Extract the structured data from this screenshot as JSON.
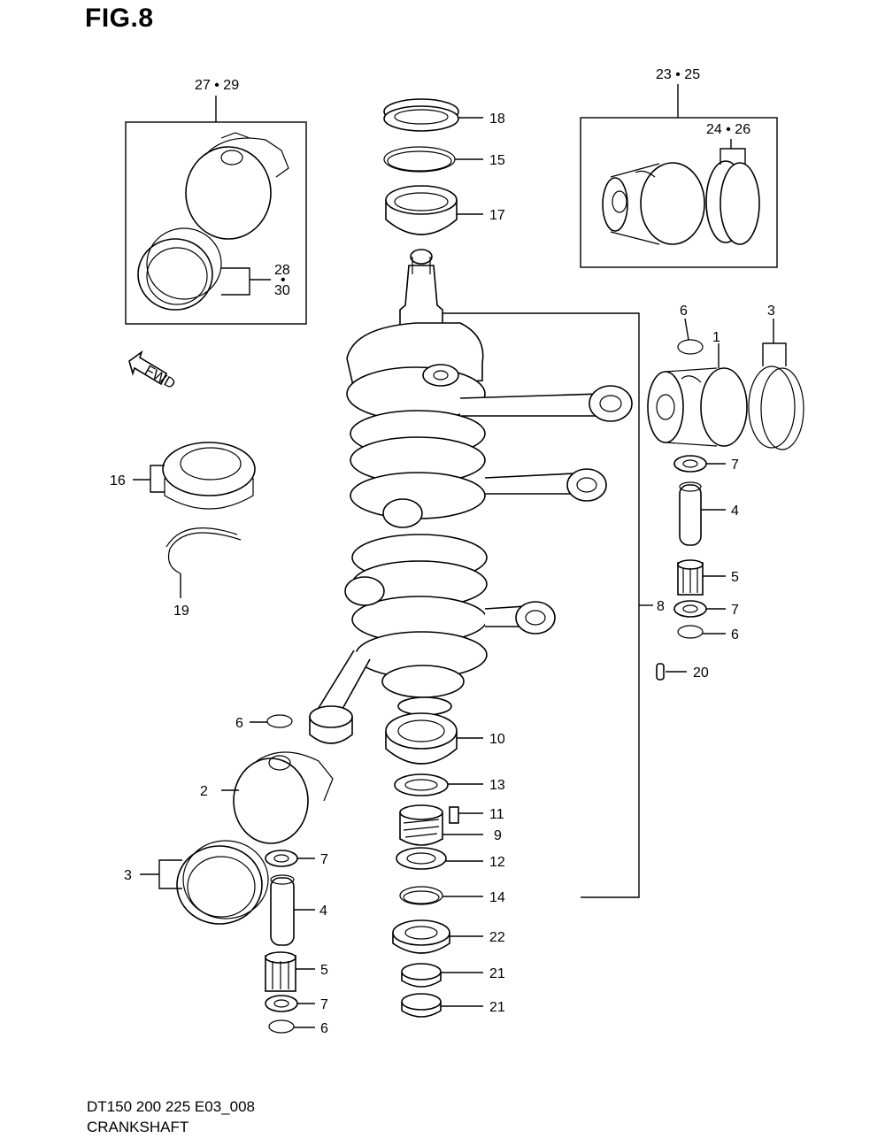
{
  "figure": {
    "title": "FIG.8"
  },
  "footer": {
    "code": "DT150 200 225 E03_008",
    "name": "CRANKSHAFT"
  },
  "fwd_label": "FWD",
  "callouts": {
    "c27_29": "27 • 29",
    "c23_25": "23 • 25",
    "c24_26": "24 • 26",
    "c28": "28",
    "c28_dot": "•",
    "c30": "30",
    "c18": "18",
    "c15": "15",
    "c17": "17",
    "c6a": "6",
    "c3a": "3",
    "c1": "1",
    "c7a": "7",
    "c4a": "4",
    "c5a": "5",
    "c8": "8",
    "c7b": "7",
    "c6b": "6",
    "c20": "20",
    "c16": "16",
    "c19": "19",
    "c6c": "6",
    "c10": "10",
    "c2": "2",
    "c13": "13",
    "c11": "11",
    "c9": "9",
    "c3b": "3",
    "c7c": "7",
    "c12": "12",
    "c4b": "4",
    "c14": "14",
    "c22": "22",
    "c5b": "5",
    "c21a": "21",
    "c7d": "7",
    "c21b": "21",
    "c6d": "6"
  }
}
